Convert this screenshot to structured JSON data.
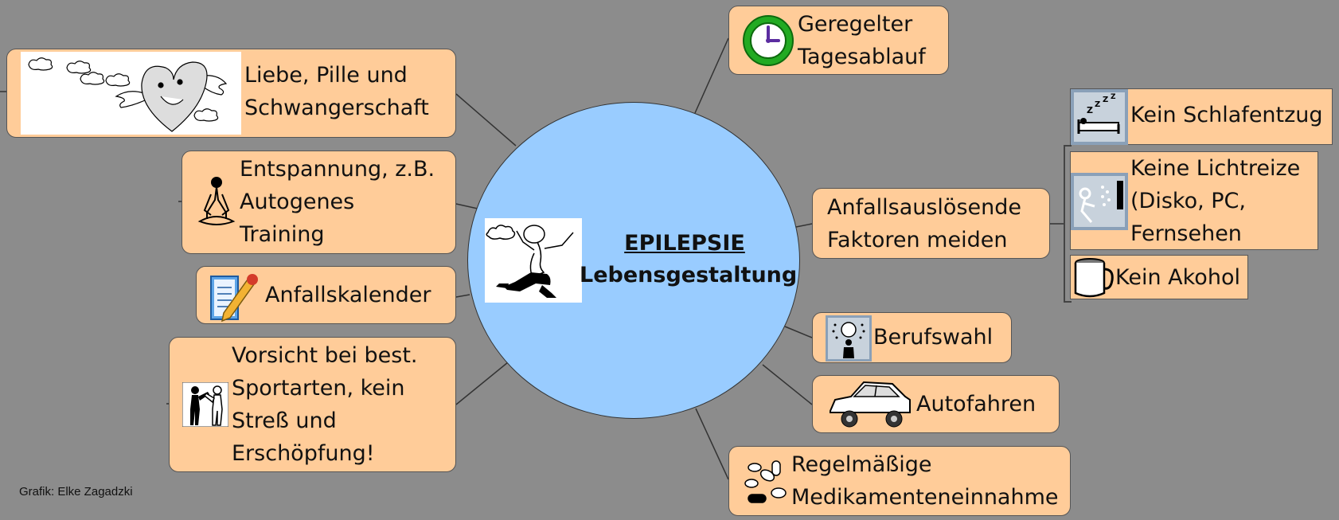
{
  "center": {
    "title": "EPILEPSIE",
    "subtitle": "Lebensgestaltung",
    "image": "dancing-man-illustration"
  },
  "left_topics": [
    {
      "label": "Liebe, Pille und\nSchwangerschaft",
      "icon": "heart-with-wings-icon"
    },
    {
      "label": "Entspannung, z.B.\nAutogenes\nTraining",
      "icon": "meditating-person-icon"
    },
    {
      "label": "Anfallskalender",
      "icon": "notepad-pencil-icon"
    },
    {
      "label": "Vorsicht bei best.\nSportarten, kein\nStreß und\nErschöpfung!",
      "icon": "sport-figures-icon"
    }
  ],
  "right_topics": [
    {
      "label": "Geregelter\nTagesablauf",
      "icon": "clock-icon"
    },
    {
      "label": "Anfallsauslösende\nFaktoren meiden",
      "icon": ""
    },
    {
      "label": "Berufswahl",
      "icon": "idea-person-icon"
    },
    {
      "label": "Autofahren",
      "icon": "car-icon"
    },
    {
      "label": "Regelmäßige\nMedikamenteneinnahme",
      "icon": "pills-icon"
    }
  ],
  "sub_topics": [
    {
      "label": "Kein Schlafentzug",
      "icon": "sleeping-bed-icon"
    },
    {
      "label": "Keine Lichtreize\n(Disko, PC,\nFernsehen",
      "icon": "light-flash-icon"
    },
    {
      "label": "Kein Akohol",
      "icon": "mug-icon"
    }
  ],
  "credit": "Grafik: Elke Zagadzki",
  "colors": {
    "background": "#8c8c8c",
    "node_fill": "#ffcc99",
    "hub_fill": "#99ccff",
    "clock_green": "#22aa22"
  }
}
